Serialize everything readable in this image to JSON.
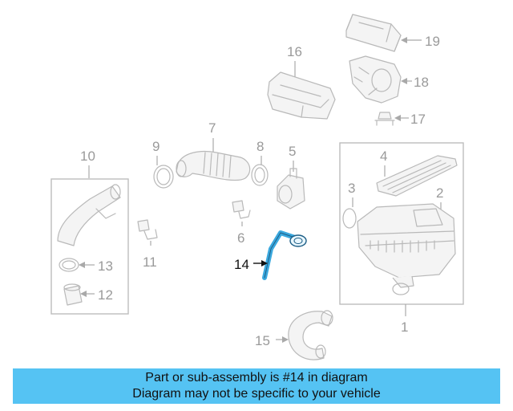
{
  "callouts": {
    "c1": "1",
    "c2": "2",
    "c3": "3",
    "c4": "4",
    "c5": "5",
    "c6": "6",
    "c7": "7",
    "c8": "8",
    "c9": "9",
    "c10": "10",
    "c11": "11",
    "c12": "12",
    "c13": "13",
    "c14": "14",
    "c15": "15",
    "c16": "16",
    "c17": "17",
    "c18": "18",
    "c19": "19"
  },
  "highlight": {
    "part": "14",
    "color": "#3aa8de"
  },
  "banner": {
    "line1": "Part or sub-assembly is #14 in diagram",
    "line2": "Diagram may not be specific to your vehicle",
    "color": "#55c3f3"
  }
}
